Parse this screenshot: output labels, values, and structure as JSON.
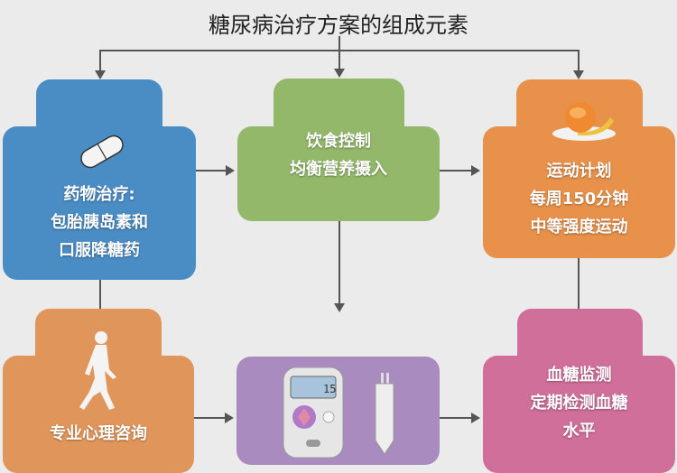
{
  "title": "糖尿病治疗方案的组成元素",
  "colors": {
    "blue": "#4a8cc4",
    "green": "#93b86a",
    "orange": "#e8914a",
    "purple": "#a98bc0",
    "pink": "#d06f9a"
  },
  "boxes": {
    "medication": {
      "lines": [
        "药物治疗:",
        "包胎胰岛素和",
        "口服降糖药"
      ],
      "icon": "pill-icon"
    },
    "diet": {
      "lines": [
        "饮食控制",
        "均衡营养摄入"
      ]
    },
    "exercise": {
      "lines": [
        "运动计划",
        "每周150分钟",
        "中等强度运动"
      ],
      "icon": "fruit-plate-icon"
    },
    "psych": {
      "lines": [
        "专业心理咨询"
      ],
      "icon": "runner-icon"
    },
    "device": {
      "icon": "glucose-meter-icon",
      "meter_reading": "15"
    },
    "monitoring": {
      "lines": [
        "血糖监测",
        "定期检测血糖",
        "水平"
      ]
    }
  }
}
